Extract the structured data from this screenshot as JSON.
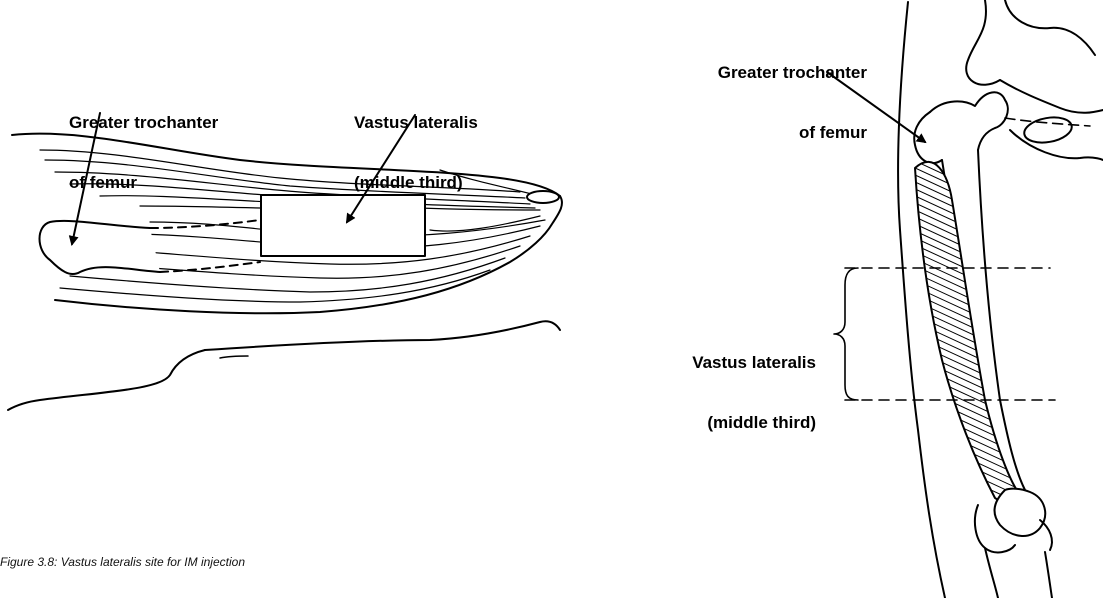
{
  "left_diagram": {
    "trochanter_label": [
      "Greater trochanter",
      "of femur"
    ],
    "vastus_label": [
      "Vastus lateralis",
      "(middle third)"
    ]
  },
  "right_diagram": {
    "trochanter_label": [
      "Greater trochanter",
      "of femur"
    ],
    "vastus_label": [
      "Vastus lateralis",
      "(middle third)"
    ]
  },
  "caption": "Figure 3.8: Vastus lateralis site for IM injection"
}
